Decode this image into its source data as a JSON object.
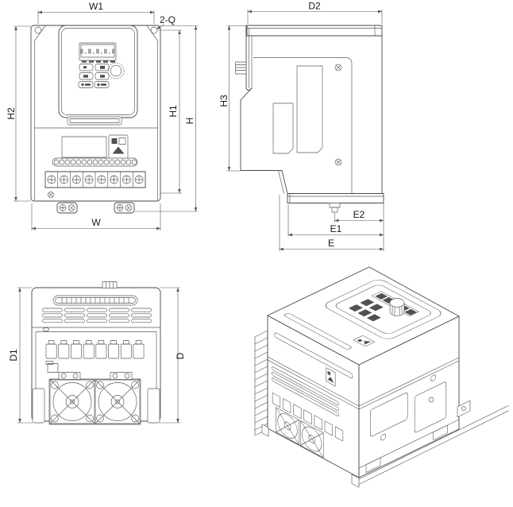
{
  "drawing": {
    "type": "inverter-dimension-drawing",
    "views": {
      "front": {
        "label_w1": "W1",
        "label_2q": "2-Q",
        "label_h2": "H2",
        "label_h1": "H1",
        "label_h": "H",
        "label_w": "W",
        "display_value": "8.8.8.8.8"
      },
      "side": {
        "label_d2": "D2",
        "label_h3": "H3",
        "label_e2": "E2",
        "label_e1": "E1",
        "label_e": "E"
      },
      "bottom": {
        "label_d1": "D1",
        "label_d": "D"
      }
    },
    "colors": {
      "line": "#45474b",
      "dimension_line": "#54565a",
      "label_text": "#17181a",
      "background": "#ffffff"
    }
  }
}
